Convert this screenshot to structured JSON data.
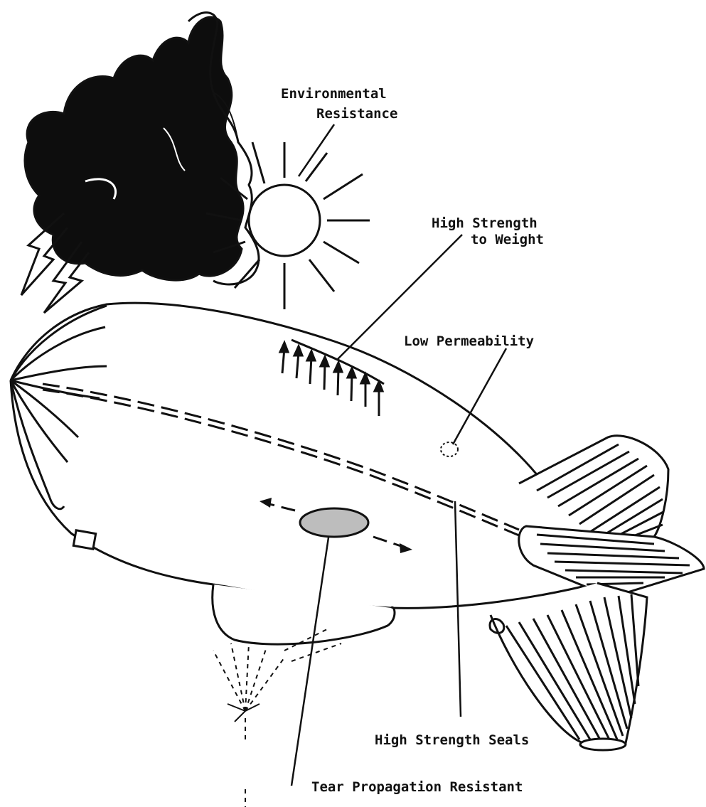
{
  "labels": {
    "environmental_line1": "Environmental",
    "environmental_line2": "Resistance",
    "strength_line1": "High Strength",
    "strength_line2": "to Weight",
    "permeability": "Low Permeability",
    "seals": "High Strength Seals",
    "tear": "Tear Propagation Resistant"
  },
  "colors": {
    "ink": "#111111",
    "cloud_dark": "#0d0d0d",
    "tear_patch": "#bdbdbd",
    "background": "#ffffff"
  },
  "icons": [
    "storm-cloud",
    "lightning-bolt",
    "sun",
    "aerostat-balloon",
    "force-arrows",
    "tear-patch",
    "permeability-spot",
    "seam-line",
    "debris-burst"
  ]
}
